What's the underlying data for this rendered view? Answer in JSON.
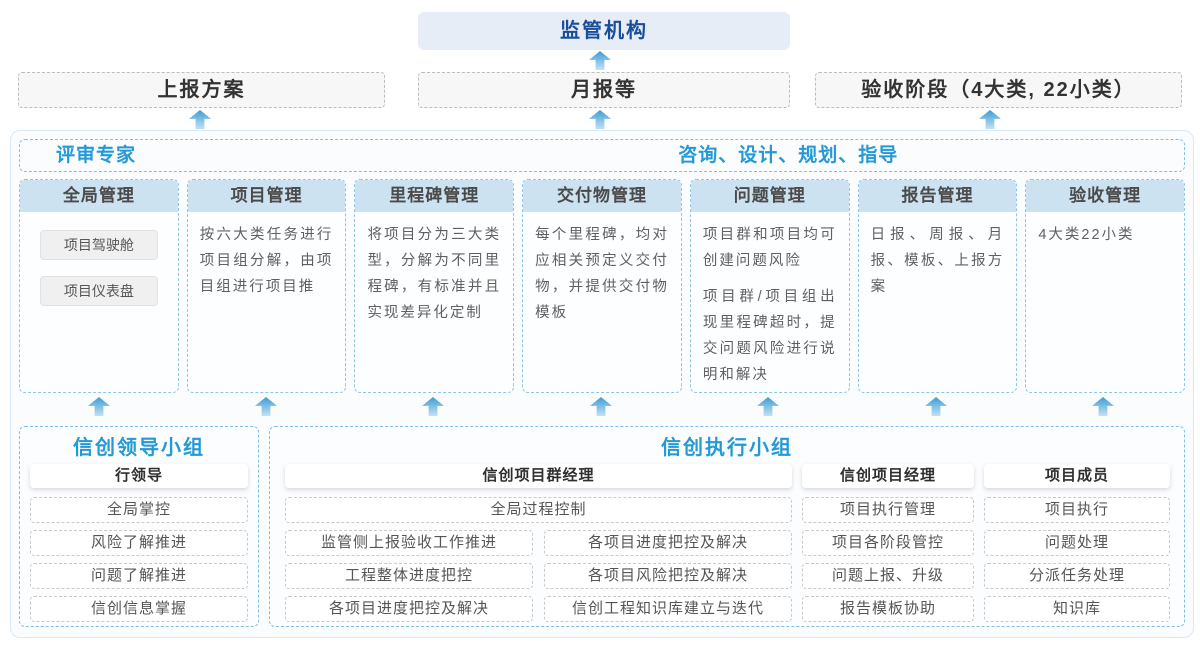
{
  "colors": {
    "accent_blue": "#2499d6",
    "regulator_text": "#1a4e9b",
    "regulator_bg": "#e7edf6",
    "column_header_bg": "#cde2f1",
    "dashed_blue_border": "#7fc0e8",
    "arrow_blue": "#3f9cd4"
  },
  "top": {
    "regulator_label": "监管机构",
    "channels": [
      {
        "label": "上报方案"
      },
      {
        "label": "月报等"
      },
      {
        "label": "验收阶段（4大类, 22小类）"
      }
    ]
  },
  "platform": {
    "expert_label": "评审专家",
    "advisory_label": "咨询、设计、规划、指导",
    "columns": [
      {
        "title": "全局管理",
        "buttons": [
          "项目驾驶舱",
          "项目仪表盘"
        ]
      },
      {
        "title": "项目管理",
        "paragraphs": [
          "按六大类任务进行项目组分解，由项目组进行项目推"
        ]
      },
      {
        "title": "里程碑管理",
        "paragraphs": [
          "将项目分为三大类型，分解为不同里程碑，有标准并且实现差异化定制"
        ]
      },
      {
        "title": "交付物管理",
        "paragraphs": [
          "每个里程碑，均对应相关预定义交付物，并提供交付物模板"
        ]
      },
      {
        "title": "问题管理",
        "paragraphs": [
          "项目群和项目均可创建问题风险",
          "项目群/项目组出现里程碑超时，提交问题风险进行说明和解决"
        ]
      },
      {
        "title": "报告管理",
        "paragraphs": [
          "日报、周报、月报、模板、上报方案"
        ]
      },
      {
        "title": "验收管理",
        "paragraphs": [
          "4大类22小类"
        ]
      }
    ]
  },
  "teams": {
    "leadership": {
      "title": "信创领导小组",
      "role": "行领导",
      "items": [
        "全局掌控",
        "风险了解推进",
        "问题了解推进",
        "信创信息掌握"
      ]
    },
    "execution": {
      "title": "信创执行小组",
      "program_manager": {
        "role": "信创项目群经理",
        "full_item": "全局过程控制",
        "left_items": [
          "监管侧上报验收工作推进",
          "工程整体进度把控",
          "各项目进度把控及解决"
        ],
        "right_items": [
          "各项目进度把控及解决",
          "各项目风险把控及解决",
          "信创工程知识库建立与迭代"
        ]
      },
      "project_manager": {
        "role": "信创项目经理",
        "items": [
          "项目执行管理",
          "项目各阶段管控",
          "问题上报、升级",
          "报告模板协助"
        ]
      },
      "member": {
        "role": "项目成员",
        "items": [
          "项目执行",
          "问题处理",
          "分派任务处理",
          "知识库"
        ]
      }
    }
  }
}
